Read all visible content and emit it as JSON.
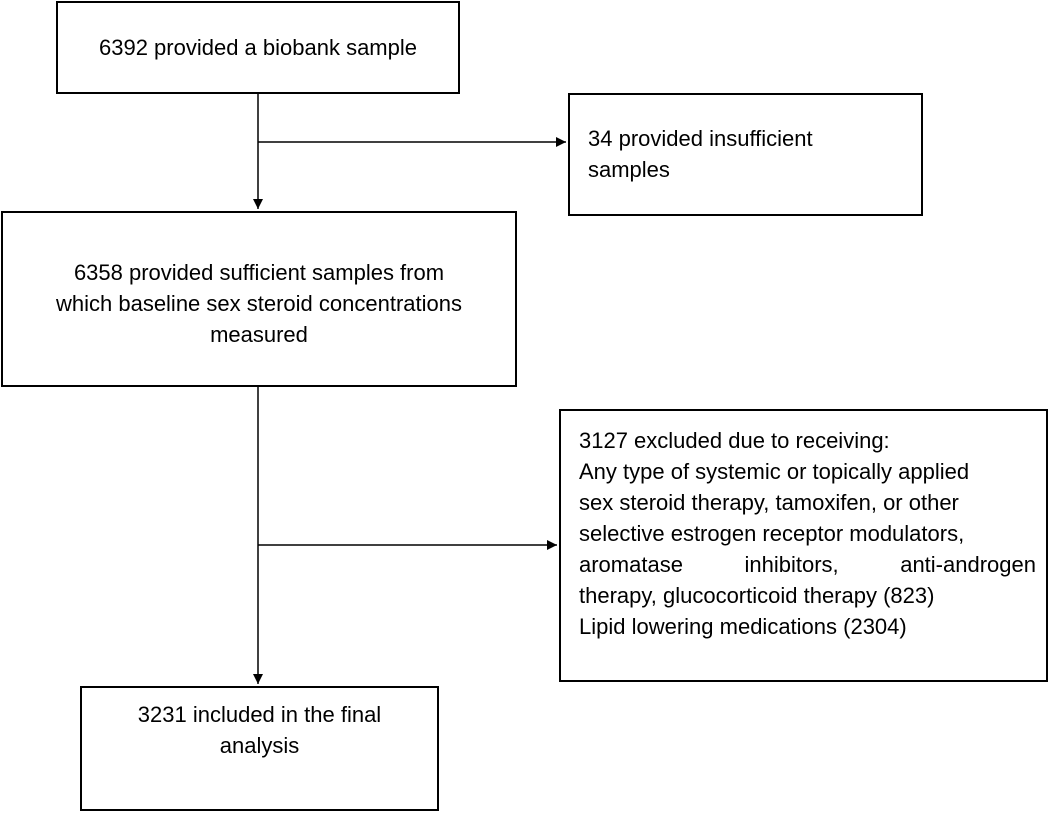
{
  "flowchart": {
    "box_1": {
      "lines": [
        "6392 provided a biobank sample"
      ]
    },
    "box_2": {
      "lines": [
        "34 provided insufficient",
        "samples"
      ]
    },
    "box_3": {
      "lines": [
        "6358 provided sufficient samples from",
        "which baseline sex steroid concentrations",
        "measured"
      ]
    },
    "box_4": {
      "lines": [
        "3127 excluded due to receiving:",
        "Any type of systemic or topically applied",
        "sex steroid therapy, tamoxifen, or other",
        "selective estrogen receptor modulators,"
      ],
      "justified_line": [
        "aromatase",
        "inhibitors,",
        "anti-androgen"
      ],
      "lines_after": [
        "therapy, glucocorticoid therapy (823)",
        "Lipid lowering medications (2304)"
      ]
    },
    "box_5": {
      "lines": [
        "3231 included in the final",
        "analysis"
      ]
    }
  },
  "colors": {
    "stroke": "#000000",
    "background": "#ffffff"
  }
}
